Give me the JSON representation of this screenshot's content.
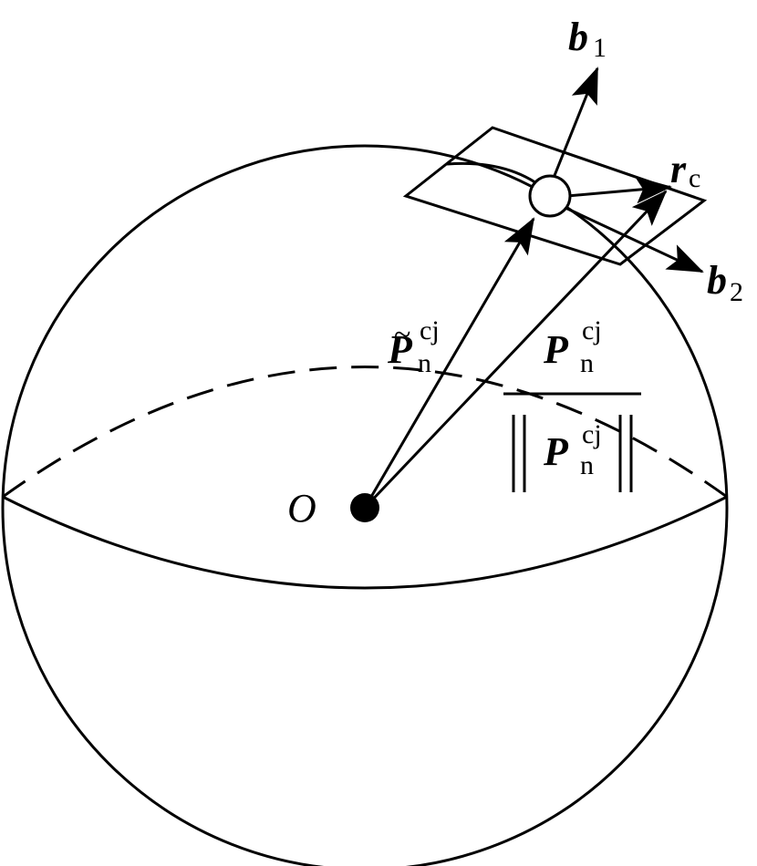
{
  "diagram": {
    "labels": {
      "origin": "O",
      "b1_main": "b",
      "b1_sub": "1",
      "b2_main": "b",
      "b2_sub": "2",
      "rc_main": "r",
      "rc_sub": "c",
      "ptilde_main": "P",
      "ptilde_tilde": "~",
      "ptilde_sup": "cj",
      "ptilde_sub": "n",
      "pn_num_main": "P",
      "pn_num_sup": "cj",
      "pn_num_sub": "n",
      "pn_den_main": "P",
      "pn_den_sup": "cj",
      "pn_den_sub": "n"
    },
    "colors": {
      "stroke": "#000000",
      "background": "#ffffff"
    }
  }
}
